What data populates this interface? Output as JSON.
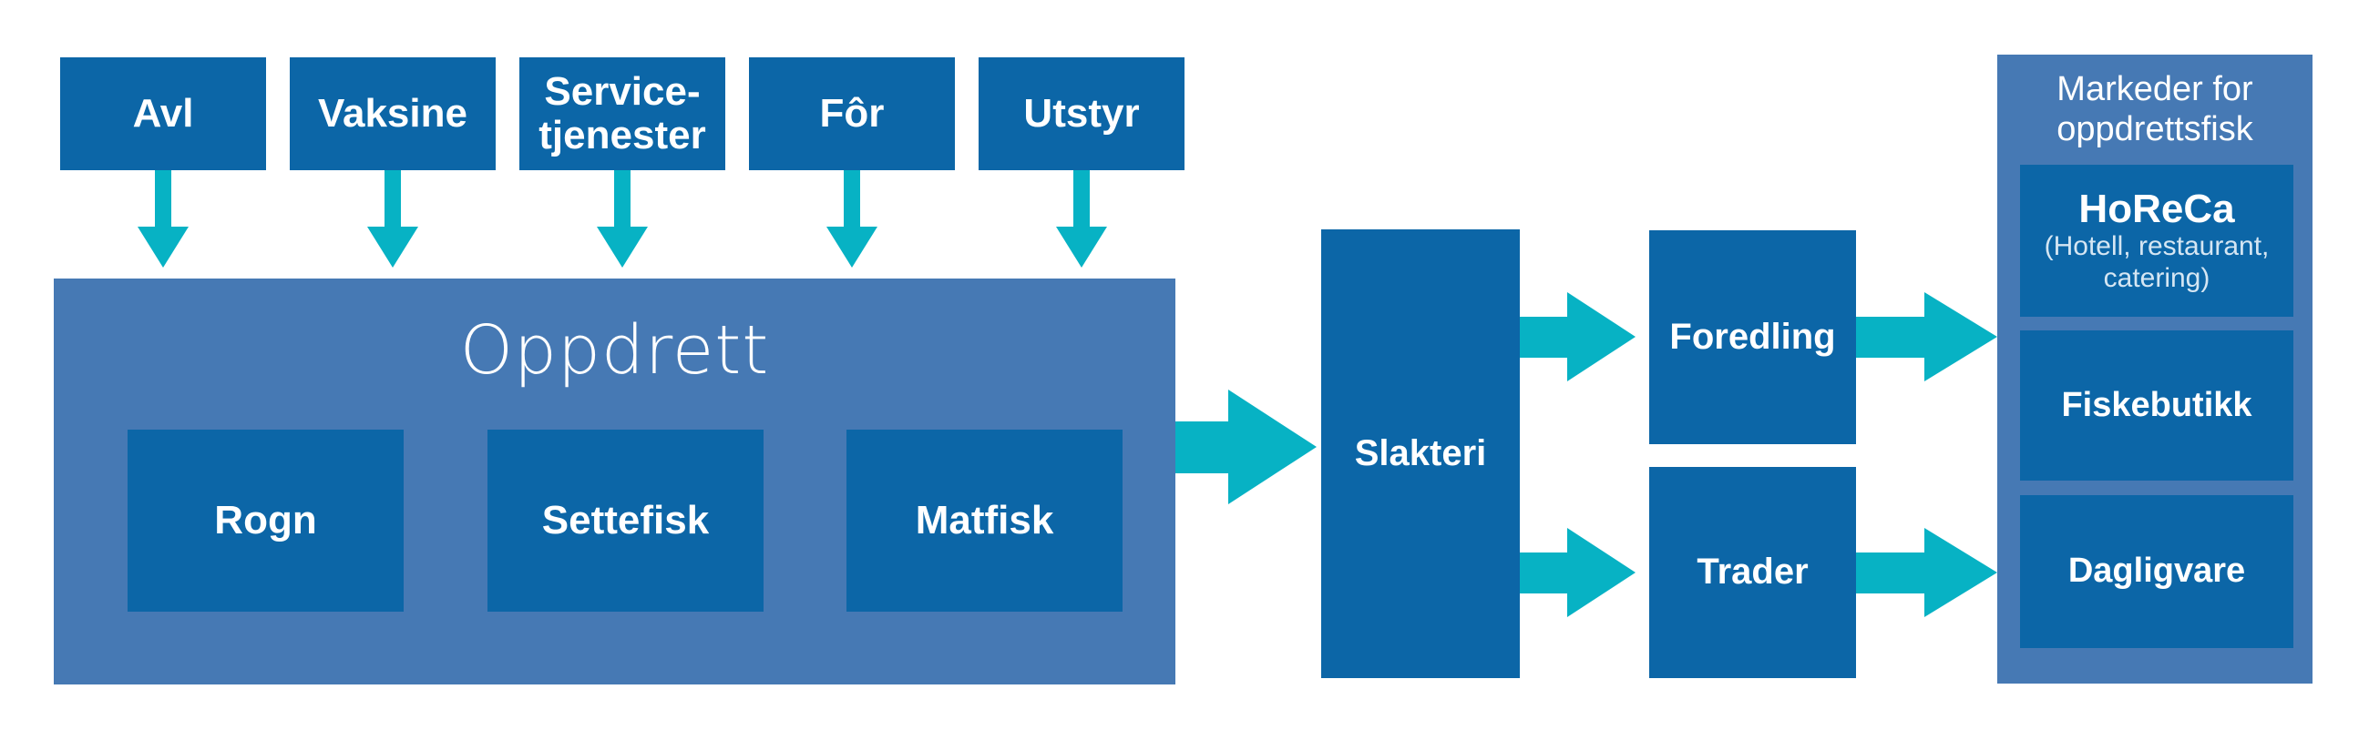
{
  "suppliers": [
    {
      "label": "Avl"
    },
    {
      "label": "Vaksine"
    },
    {
      "label": "Service-\ntjenester"
    },
    {
      "label": "Fôr"
    },
    {
      "label": "Utstyr"
    }
  ],
  "oppdrett": {
    "title": "Oppdrett",
    "stages": [
      {
        "label": "Rogn"
      },
      {
        "label": "Settefisk"
      },
      {
        "label": "Matfisk"
      }
    ]
  },
  "processing": {
    "slakteri": "Slakteri",
    "foredling": "Foredling",
    "trader": "Trader"
  },
  "markets": {
    "title": "Markeder for\noppdrettsfisk",
    "items": [
      {
        "name": "HoReCa",
        "detail": "(Hotell, restaurant,\ncatering)"
      },
      {
        "name": "Fiskebutikk",
        "detail": ""
      },
      {
        "name": "Dagligvare",
        "detail": ""
      }
    ]
  },
  "colors": {
    "box_dark": "#0c66a7",
    "box_light": "#4679b4",
    "arrow": "#07b2c4",
    "text": "#ffffff",
    "text_detail": "#d5e6f3"
  }
}
